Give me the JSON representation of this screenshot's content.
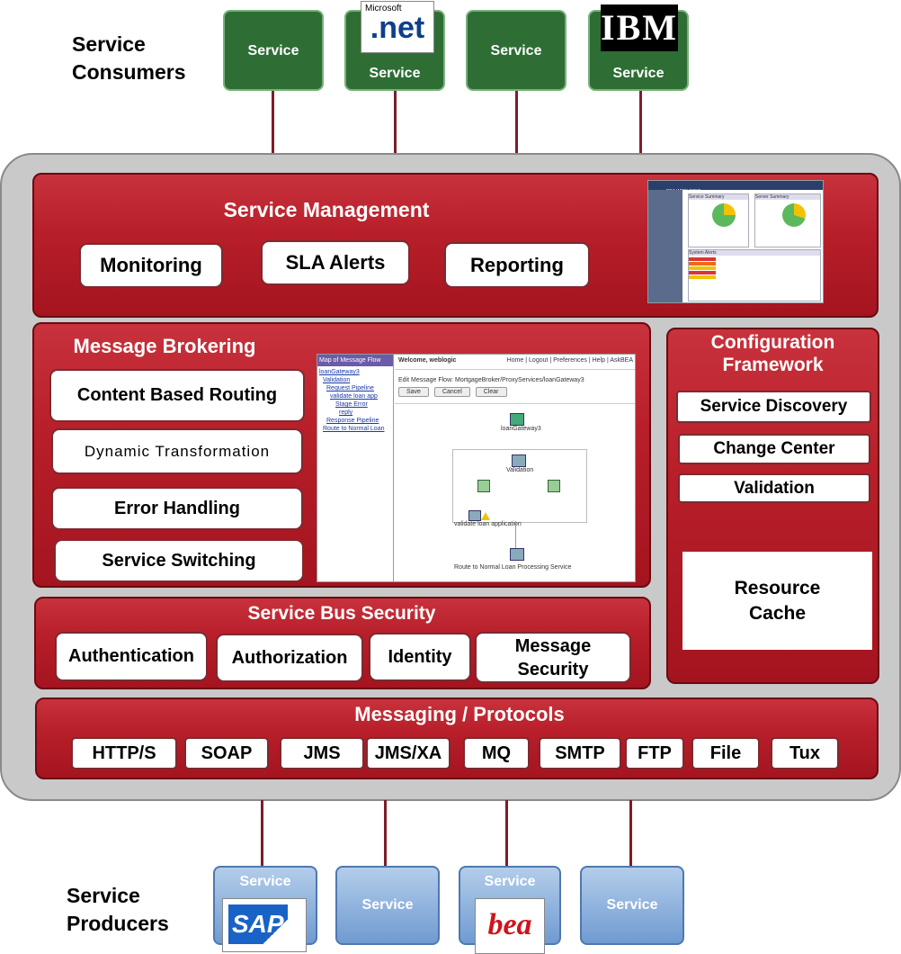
{
  "consumers": {
    "label": "Service Consumers",
    "boxes": [
      {
        "label": "Service"
      },
      {
        "label": "Service",
        "logo_top": "Microsoft",
        "logo_main": ".net"
      },
      {
        "label": "Service"
      },
      {
        "label": "Service",
        "logo_main": "IBM"
      }
    ]
  },
  "producers": {
    "label": "Service Producers",
    "boxes": [
      {
        "label": "Service",
        "logo_main": "SAP"
      },
      {
        "label": "Service"
      },
      {
        "label": "Service",
        "logo_main": "bea"
      },
      {
        "label": "Service"
      }
    ]
  },
  "service_management": {
    "title": "Service Management",
    "items": [
      "Monitoring",
      "SLA Alerts",
      "Reporting"
    ],
    "screenshot": {
      "header": "BEA WEBLOGIC",
      "panel1": "Service Summary",
      "panel2": "Server Summary",
      "panel3": "System Alerts"
    }
  },
  "message_brokering": {
    "title": "Message Brokering",
    "items": [
      "Content Based Routing",
      "Dynamic Transformation",
      "Error Handling",
      "Service Switching"
    ],
    "screenshot": {
      "left_title": "Map of Message Flow",
      "tree": [
        "loanGateway3",
        "Validation",
        "Request Pipeline",
        "validate loan app",
        "Stage Error",
        "reply",
        "Response Pipeline",
        "Route to Normal Loan"
      ],
      "welcome": "Welcome, weblogic",
      "links": "Home | Logout | Preferences | Help | AskBEA",
      "edit_title": "Edit Message Flow: MortgageBroker/ProxyServices/loanGateway3",
      "buttons": [
        "Save",
        "Cancel",
        "Clear"
      ],
      "nodes": [
        "loanGateway3",
        "Validation",
        "validate loan application",
        "Route to Normal Loan Processing Service"
      ]
    }
  },
  "configuration_framework": {
    "title": "Configuration Framework",
    "items": [
      "Service Discovery",
      "Change Center",
      "Validation"
    ],
    "cache": "Resource Cache"
  },
  "service_bus_security": {
    "title": "Service Bus Security",
    "items": [
      "Authentication",
      "Authorization",
      "Identity",
      "Message Security"
    ]
  },
  "messaging_protocols": {
    "title": "Messaging / Protocols",
    "items": [
      "HTTP/S",
      "SOAP",
      "JMS",
      "JMS/XA",
      "MQ",
      "SMTP",
      "FTP",
      "File",
      "Tux"
    ]
  },
  "colors": {
    "consumer_green": "#2e6e34",
    "panel_red": "#b81f2a",
    "producer_blue": "#6f9bd1",
    "container_gray": "#c9c9c9"
  }
}
